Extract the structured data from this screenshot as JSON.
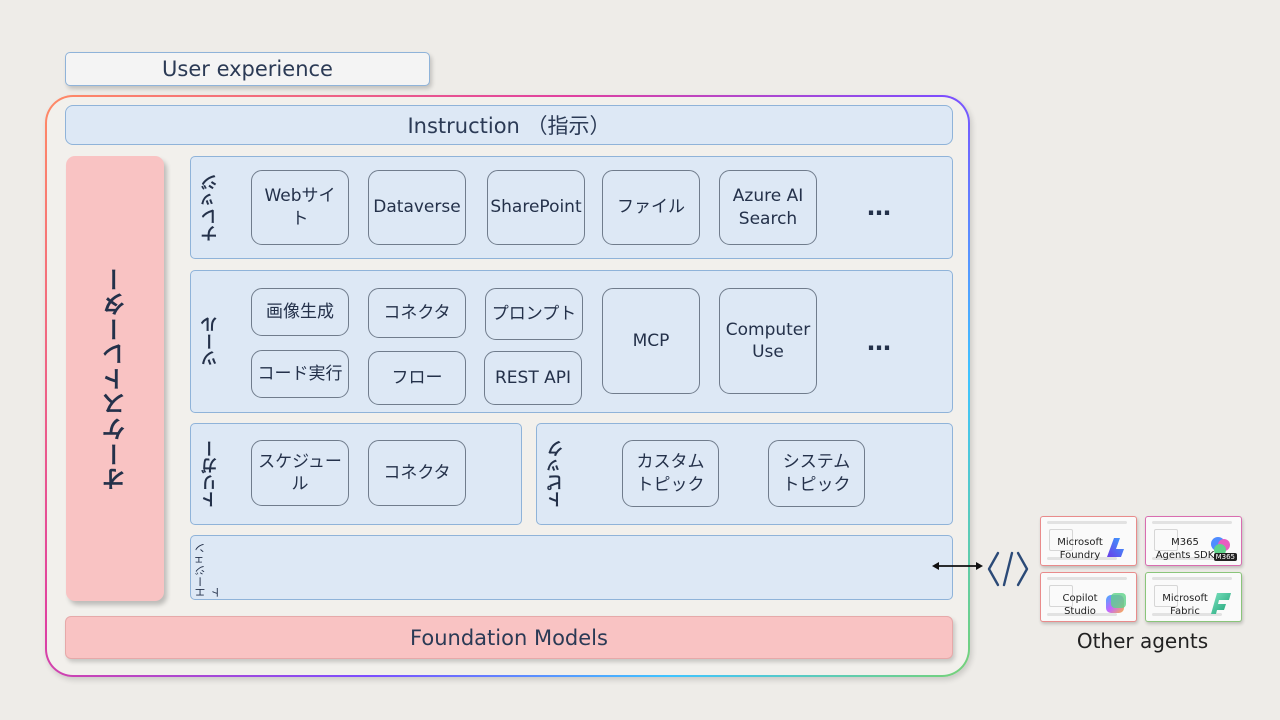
{
  "header": {
    "user_experience": "User experience"
  },
  "instruction": "Instruction （指示）",
  "orchestrator": "オーケストレーター",
  "knowledge": {
    "label": "ナレッジ",
    "items": [
      "Webサイト",
      "Dataverse",
      "SharePoint",
      "ファイル",
      "Azure AI\nSearch"
    ],
    "more": "…"
  },
  "tools": {
    "label": "ツール",
    "items": [
      "画像生成",
      "コード実行",
      "コネクタ",
      "フロー",
      "プロンプト",
      "REST API",
      "MCP",
      "Computer\nUse"
    ],
    "more": "…"
  },
  "triggers": {
    "label": "トリガー",
    "items": [
      "スケジュール",
      "コネクタ"
    ]
  },
  "topics": {
    "label": "トピック",
    "items": [
      "カスタム\nトピック",
      "システム\nトピック"
    ]
  },
  "agents": {
    "label": "エージェント"
  },
  "foundation": "Foundation Models",
  "other_agents": {
    "label": "Other agents",
    "items": [
      "Microsoft\nFoundry",
      "M365\nAgents SDK",
      "Copilot\nStudio",
      "Microsoft\nFabric"
    ],
    "badge": "M365"
  },
  "colors": {
    "panel": "#dde8f5",
    "border": "#8fb3d9",
    "pink": "#f9c3c3",
    "text": "#2b3a55",
    "background": "#eeece8"
  }
}
